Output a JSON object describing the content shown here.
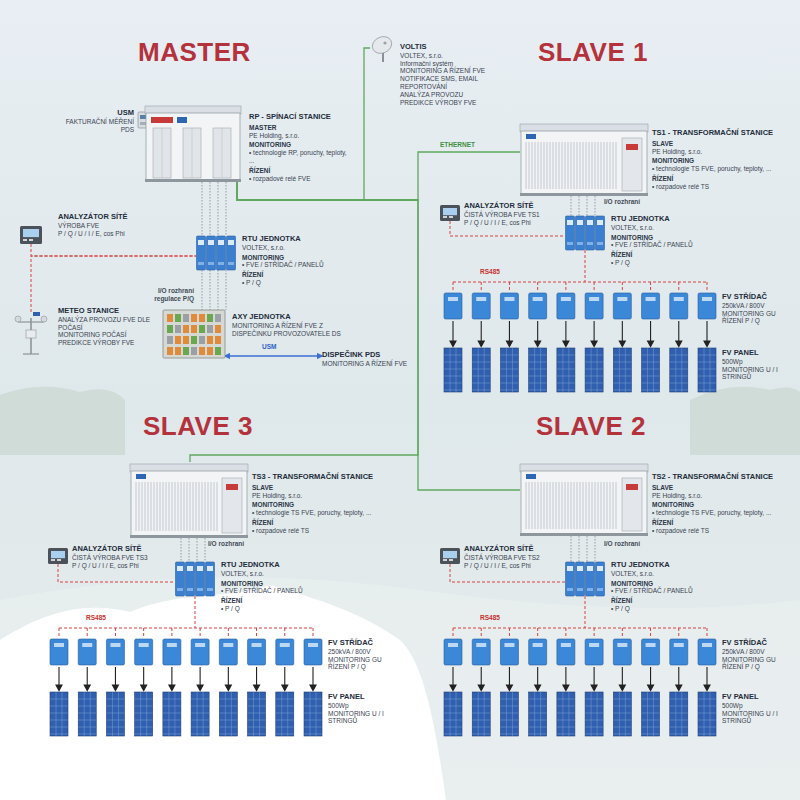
{
  "diagram": {
    "nodes": [
      {
        "text": [
          "USM",
          "FAKTURAČNÍ MĚŘENÍ PDS"
        ]
      },
      {
        "text": [
          "RP - SPÍNACÍ STANICE",
          "MASTER",
          "PE Holding, s.r.o.",
          "MONITORING",
          "• technologie RP, poruchy, teploty, ...",
          "ŘÍZENÍ",
          "• rozpadové relé FVE"
        ]
      },
      {
        "text": [
          "VOLTIS",
          "VOLTEX, s.r.o.",
          "Informační systém",
          "MONITORING A ŘÍZENÍ FVE",
          "NOTIFIKACE SMS, EMAIL",
          "REPORTOVÁNÍ",
          "ANALÝZA PROVOZU",
          "PREDIKCE VÝROBY FVE"
        ]
      },
      {
        "text": [
          "ANALYZÁTOR SÍTĚ",
          "VÝROBA FVE",
          "P / Q / U / I / E, cos Phi"
        ]
      },
      {
        "text": [
          "RTU JEDNOTKA",
          "VOLTEX, s.r.o.",
          "MONITORING",
          "• FVE / STŘÍDAČ / PANELŮ",
          "ŘÍZENÍ",
          "• P / Q"
        ]
      },
      {
        "text": [
          "METEO STANICE",
          "ANALÝZA PROVOZU FVE DLE POČASÍ",
          "MONITORING POČASÍ",
          "PREDIKCE VÝROBY FVE"
        ]
      },
      {
        "text": [
          "AXY JEDNOTKA",
          "MONITORING A ŘÍZENÍ FVE Z DISPEČINKU PROVOZOVATELE DS"
        ]
      },
      {
        "text": [
          "DISPEČINK PDS",
          "MONITORING A ŘÍZENÍ FVE"
        ]
      },
      {
        "text": [
          "TS1 - TRANSFORMAČNÍ STANICE",
          "SLAVE",
          "PE Holding, s.r.o.",
          "MONITORING",
          "• technologie TS FVE, poruchy, teploty, ...",
          "ŘÍZENÍ",
          "• rozpadové relé TS"
        ]
      },
      {
        "text": [
          "ANALYZÁTOR SÍTĚ",
          "ČISTÁ VÝROBA FVE TS1",
          "P / Q / U / I / E, cos Phi"
        ]
      },
      {
        "text": [
          "RTU JEDNOTKA",
          "VOLTEX, s.r.o.",
          "MONITORING",
          "• FVE / STŘÍDAČ / PANELŮ",
          "ŘÍZENÍ",
          "• P / Q"
        ]
      },
      {
        "text": [
          "FV STŘÍDAČ",
          "250kVA / 800V",
          "MONITORING GU",
          "ŘÍZENÍ P / Q"
        ]
      },
      {
        "text": [
          "FV PANEL",
          "500Wp",
          "MONITORING U / I",
          "STRINGŮ"
        ]
      },
      {
        "text": [
          "TS3 - TRANSFORMAČNÍ STANICE",
          "SLAVE",
          "PE Holding, s.r.o.",
          "MONITORING",
          "• technologie TS FVE, poruchy, teploty, ...",
          "ŘÍZENÍ",
          "• rozpadové relé TS"
        ]
      },
      {
        "text": [
          "ANALYZÁTOR SÍTĚ",
          "ČISTÁ VÝROBA FVE TS3",
          "P / Q / U / I / E, cos Phi"
        ]
      },
      {
        "text": [
          "RTU JEDNOTKA",
          "VOLTEX, s.r.o.",
          "MONITORING",
          "• FVE / STŘÍDAČ / PANELŮ",
          "ŘÍZENÍ",
          "• P / Q"
        ]
      },
      {
        "text": [
          "FV STŘÍDAČ",
          "250kVA / 800V",
          "MONITORING GU",
          "ŘÍZENÍ P / Q"
        ]
      },
      {
        "text": [
          "FV PANEL",
          "500Wp",
          "MONITORING U / I",
          "STRINGŮ"
        ]
      },
      {
        "text": [
          "TS2 - TRANSFORMAČNÍ STANICE",
          "SLAVE",
          "PE Holding, s.r.o.",
          "MONITORING",
          "• technologie TS FVE, poruchy, teploty, ...",
          "ŘÍZENÍ",
          "• rozpadové relé TS"
        ]
      },
      {
        "text": [
          "ANALYZÁTOR SÍTĚ",
          "ČISTÁ VÝROBA FVE TS2",
          "P / Q / U / I / E, cos Phi"
        ]
      },
      {
        "text": [
          "RTU JEDNOTKA",
          "VOLTEX, s.r.o.",
          "MONITORING",
          "• FVE / STŘÍDAČ / PANELŮ",
          "ŘÍZENÍ",
          "• P / Q"
        ]
      },
      {
        "text": [
          "FV STŘÍDAČ",
          "250kVA / 800V",
          "MONITORING GU",
          "ŘÍZENÍ P / Q"
        ]
      },
      {
        "text": [
          "FV PANEL",
          "500Wp",
          "MONITORING U / I",
          "STRINGŮ"
        ]
      }
    ],
    "edges": [
      {
        "from": 1,
        "to": 2,
        "arrow": "none"
      },
      {
        "from": 1,
        "to": 8,
        "label": "ETHERNET",
        "arrow": "none"
      },
      {
        "from": 1,
        "to": 13,
        "arrow": "none"
      },
      {
        "from": 1,
        "to": 18,
        "arrow": "none"
      },
      {
        "from": 3,
        "to": 4,
        "arrow": "none"
      },
      {
        "from": 5,
        "to": 4,
        "arrow": "none"
      },
      {
        "from": 1,
        "to": 4,
        "arrow": "none"
      },
      {
        "from": 4,
        "to": 6,
        "label": "I/O rozhraní regulace P/Q",
        "arrow": "none"
      },
      {
        "from": 6,
        "to": 7,
        "label": "USM",
        "arrow": "both"
      },
      {
        "from": 8,
        "to": 10,
        "label": "I/O rozhraní",
        "arrow": "none"
      },
      {
        "from": 9,
        "to": 10,
        "arrow": "none"
      },
      {
        "from": 10,
        "to": 11,
        "label": "RS485",
        "arrow": "none"
      },
      {
        "from": 11,
        "to": 12,
        "arrow": "to"
      },
      {
        "from": 13,
        "to": 15,
        "label": "I/O rozhraní",
        "arrow": "none"
      },
      {
        "from": 14,
        "to": 15,
        "arrow": "none"
      },
      {
        "from": 15,
        "to": 16,
        "label": "RS485",
        "arrow": "none"
      },
      {
        "from": 16,
        "to": 17,
        "arrow": "to"
      },
      {
        "from": 18,
        "to": 20,
        "label": "I/O rozhraní",
        "arrow": "none"
      },
      {
        "from": 19,
        "to": 20,
        "arrow": "none"
      },
      {
        "from": 20,
        "to": 21,
        "label": "RS485",
        "arrow": "none"
      },
      {
        "from": 21,
        "to": 22,
        "arrow": "to"
      }
    ],
    "labels": [
      "MASTER",
      "SLAVE 1",
      "SLAVE 3",
      "SLAVE 2"
    ]
  }
}
